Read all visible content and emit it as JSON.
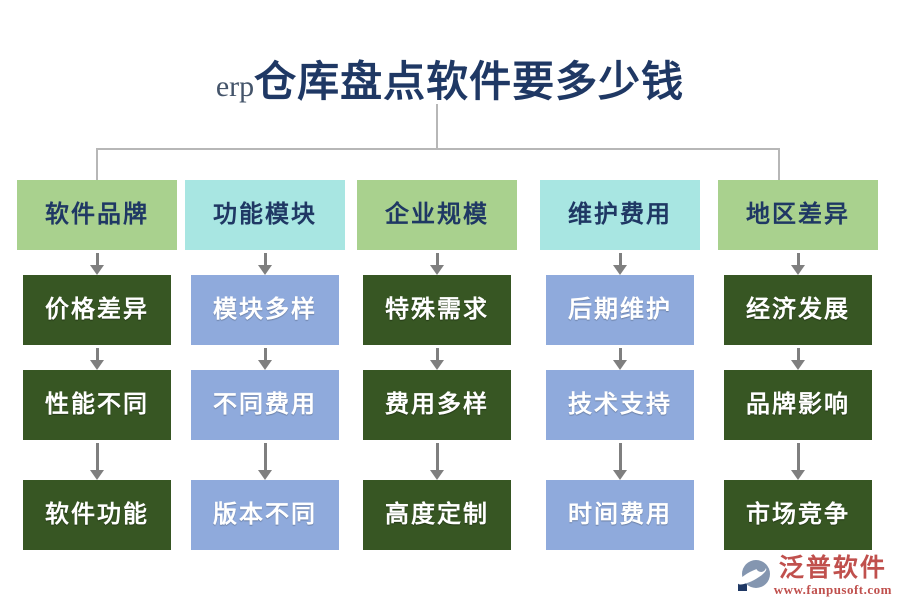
{
  "title": {
    "prefix": "erp",
    "main": "仓库盘点软件要多少钱"
  },
  "columns": [
    {
      "header": "软件品牌",
      "theme": "green",
      "items": [
        "价格差异",
        "性能不同",
        "软件功能"
      ]
    },
    {
      "header": "功能模块",
      "theme": "blue",
      "items": [
        "模块多样",
        "不同费用",
        "版本不同"
      ]
    },
    {
      "header": "企业规模",
      "theme": "green",
      "items": [
        "特殊需求",
        "费用多样",
        "高度定制"
      ]
    },
    {
      "header": "维护费用",
      "theme": "blue",
      "items": [
        "后期维护",
        "技术支持",
        "时间费用"
      ]
    },
    {
      "header": "地区差异",
      "theme": "green",
      "items": [
        "经济发展",
        "品牌影响",
        "市场竞争"
      ]
    }
  ],
  "watermark": {
    "brand": "泛普软件",
    "url": "www.fanpusoft.com"
  },
  "icons": {
    "down_arrow": "down-arrow-icon",
    "logo_mark": "fanpu-logo-icon"
  },
  "colors": {
    "title_navy": "#1F3864",
    "title_prefix_gray_navy": "#44546A",
    "header_light_green": "#A9D18E",
    "header_light_cyan": "#A8E6E2",
    "item_dark_green": "#375623",
    "item_periwinkle": "#8FAADC",
    "item_text": "#FFFFFF",
    "arrow_gray": "#7F7F7F",
    "connector_gray": "#B7B7B7",
    "watermark_red": "#C0504D",
    "logo_gray_blue": "#8496B0",
    "background": "#FFFFFF"
  }
}
